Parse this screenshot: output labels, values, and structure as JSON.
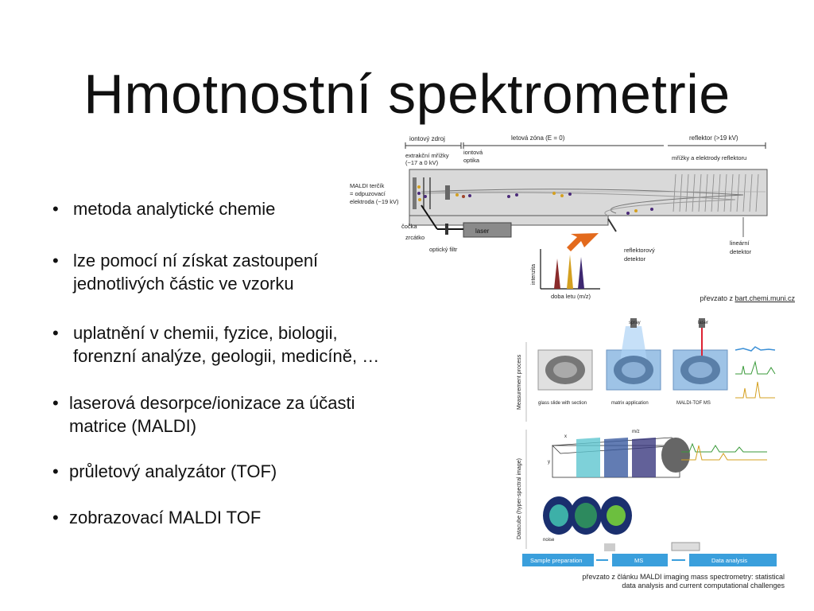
{
  "slide": {
    "title": "Hmotnostní spektrometrie",
    "bullets": [
      {
        "lines": [
          "metoda analytické chemie"
        ]
      },
      {
        "lines": [
          "lze pomocí ní získat zastoupení",
          "jednotlivých částic ve vzorku"
        ]
      },
      {
        "lines": [
          "uplatnění v chemii, fyzice, biologii,",
          "forenzní analýze, geologii, medicíně, …"
        ]
      },
      {
        "lines": [
          "laserová desorpce/ionizace za účasti",
          "matrice (MALDI)"
        ]
      },
      {
        "lines": [
          "průletový analyzátor (TOF)"
        ]
      },
      {
        "lines": [
          "zobrazovací MALDI TOF"
        ]
      }
    ]
  },
  "tof_figure": {
    "labels": {
      "ion_source": "iontový zdroj",
      "flight_zone": "letová zóna (E = 0)",
      "reflector": "reflektor (>19 kV)",
      "extraction": "extrakční mřížky",
      "extraction_kv": "(~17 a 0 kV)",
      "ion_optics": "iontová",
      "ion_optics2": "optika",
      "maldi_target": "MALDI terčík",
      "maldi_target2": "= odpuzovací",
      "maldi_target3": "elektroda (~19 kV)",
      "grids_reflector": "mřížky a elektrody reflektoru",
      "lens": "čočka",
      "mirror": "zrcátko",
      "laser": "laser",
      "optical_filter": "optický filtr",
      "reflector_detector": "reflektorový",
      "reflector_detector2": "detektor",
      "linear": "lineární",
      "linear2": "detektor",
      "intensity": "intenzita",
      "flight_time": "doba letu (m/z)"
    },
    "credit_prefix": "převzato z ",
    "credit_link": "bart.chemi.muni.cz"
  },
  "imaging_figure": {
    "labels": {
      "measurement_process": "Measurement process",
      "datacube": "Datacube (hyper-spectral image)",
      "spray": "spray",
      "laser": "laser",
      "glass_slide": "glass slide with section",
      "matrix_app": "matrix application",
      "maldi_tof_ms": "MALDI-TOF MS",
      "mz": "m/z",
      "x": "x",
      "y": "y",
      "noise": "noise",
      "sample_prep": "Sample preparation",
      "ms": "MS",
      "data_analysis": "Data analysis"
    },
    "credit_line1": "převzato z článku MALDI imaging mass spectrometry: statistical",
    "credit_line2": "data analysis and current computational challenges"
  }
}
